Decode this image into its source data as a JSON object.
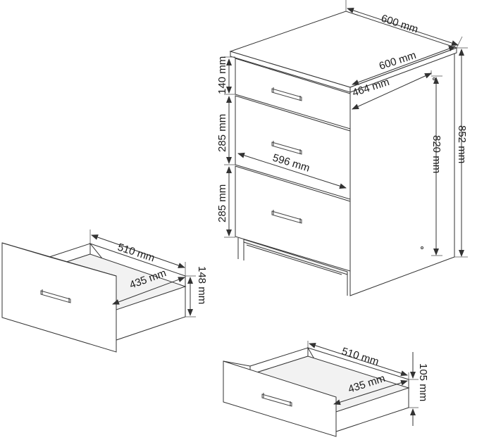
{
  "diagram": {
    "cabinet": {
      "width_top": "600 mm",
      "depth_top": "600 mm",
      "inner_depth": "464 mm",
      "front_width": "596 mm",
      "height_total": "852 mm",
      "height_body": "820 mm",
      "drawer_top_height": "140 mm",
      "drawer_mid_height": "285 mm",
      "drawer_low_height": "285 mm"
    },
    "large_drawer": {
      "length": "510 mm",
      "width": "435 mm",
      "height": "148 mm"
    },
    "small_drawer": {
      "length": "510 mm",
      "width": "435 mm",
      "height": "105 mm"
    }
  },
  "colors": {
    "line": "#333333",
    "background": "#ffffff"
  }
}
